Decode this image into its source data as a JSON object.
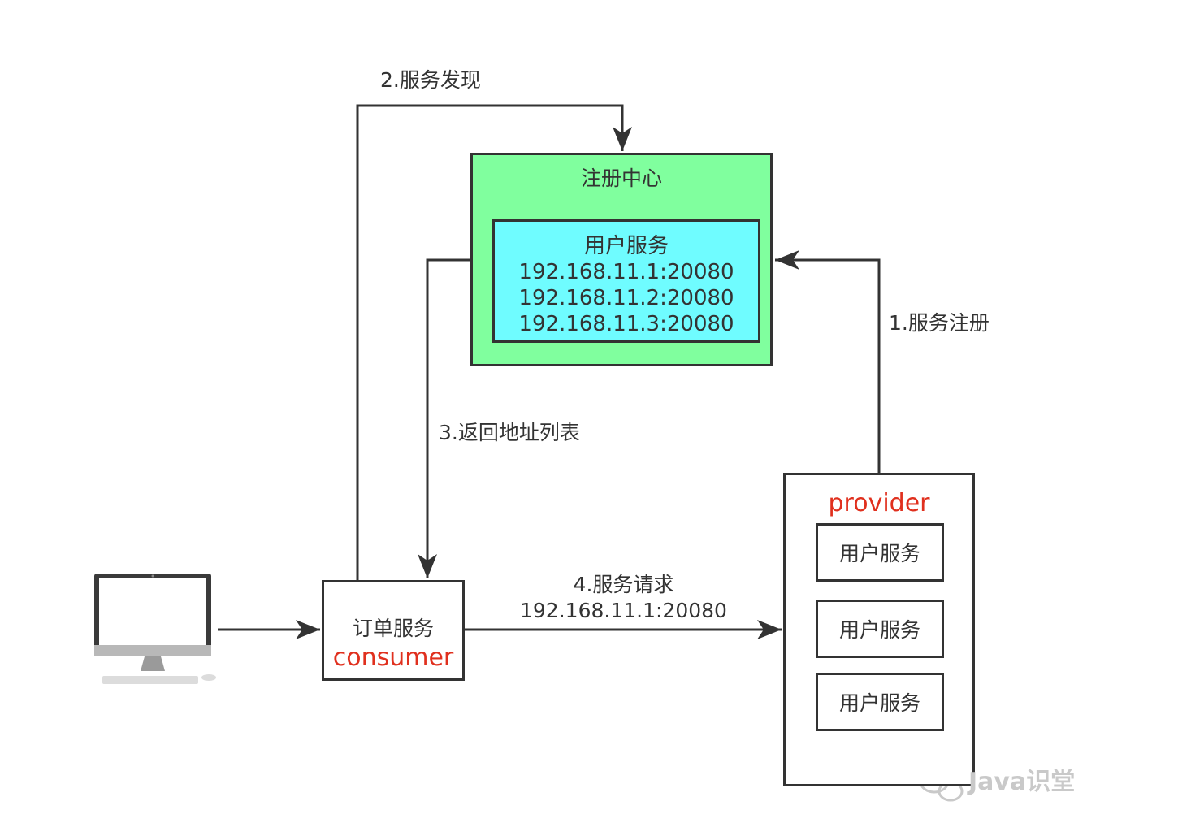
{
  "registry": {
    "title": "注册中心",
    "service_name": "用户服务",
    "addresses": [
      "192.168.11.1:20080",
      "192.168.11.2:20080",
      "192.168.11.3:20080"
    ]
  },
  "consumer": {
    "service": "订单服务",
    "role": "consumer"
  },
  "provider": {
    "role": "provider",
    "instances": [
      "用户服务",
      "用户服务",
      "用户服务"
    ]
  },
  "steps": {
    "register": "1.服务注册",
    "discover": "2.服务发现",
    "return_list": "3.返回地址列表",
    "request": "4.服务请求",
    "request_target": "192.168.11.1:20080"
  },
  "client": {
    "icon": "desktop-computer-icon"
  },
  "watermark": {
    "text": "Java识堂",
    "icon": "wechat-icon"
  },
  "colors": {
    "registry_fill": "#80ff9e",
    "list_fill": "#6ffcff",
    "role_text": "#e0301e",
    "stroke": "#333333"
  }
}
